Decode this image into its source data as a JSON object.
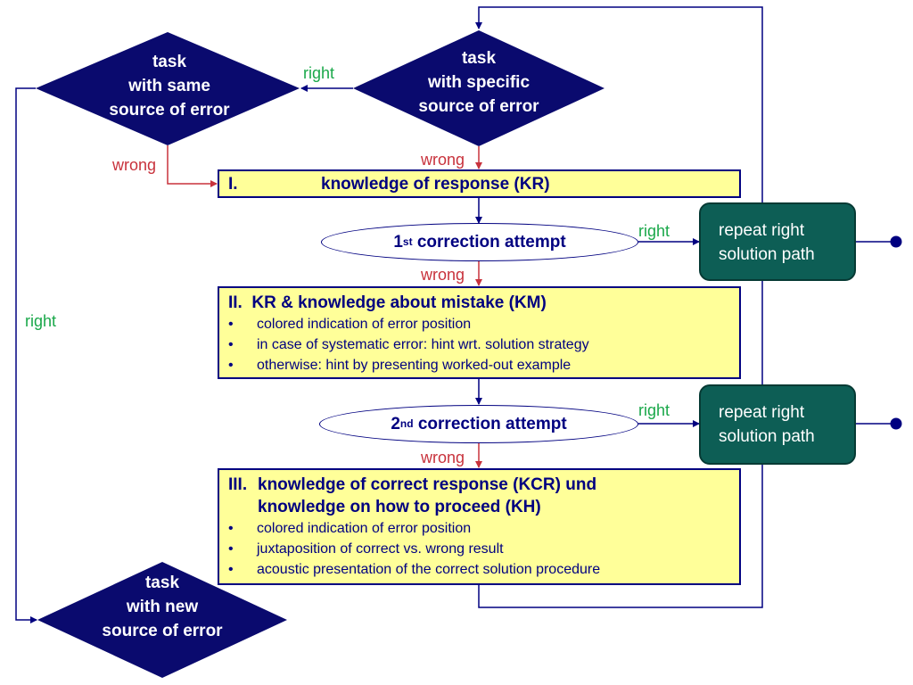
{
  "diamonds": {
    "specific": {
      "lines": [
        "task",
        "with specific",
        "source of error"
      ]
    },
    "same": {
      "lines": [
        "task",
        "with same",
        "source of error"
      ]
    },
    "new": {
      "lines": [
        "task",
        "with new",
        "source of error"
      ]
    }
  },
  "labels": {
    "right": "right",
    "wrong": "wrong"
  },
  "boxes": {
    "kr": {
      "num": "I.",
      "title": "knowledge of response (KR)"
    },
    "km": {
      "title": "II.  KR & knowledge about mistake (KM)",
      "bullets": [
        "colored indication of error position",
        "in case of systematic error: hint wrt. solution strategy",
        "otherwise: hint by presenting worked-out example"
      ]
    },
    "kcr": {
      "num": "III.",
      "title_line1": "knowledge of correct response (KCR) und",
      "title_line2": "knowledge on how to proceed (KH)",
      "bullets": [
        "colored indication of error position",
        "juxtaposition of correct vs. wrong result",
        "acoustic presentation of the correct solution procedure"
      ]
    }
  },
  "attempts": {
    "first": {
      "num": "1",
      "sup": "st",
      "text": " correction attempt"
    },
    "second": {
      "num": "2",
      "sup": "nd",
      "text": " correction attempt"
    }
  },
  "repeat": {
    "line1": "repeat right",
    "line2": "solution path"
  },
  "bullet_char": "•",
  "colors": {
    "navy": "#000080",
    "box_fill": "#ffff99",
    "teal": "#0d5e55",
    "green": "#1aa84a",
    "red": "#c8323c"
  }
}
